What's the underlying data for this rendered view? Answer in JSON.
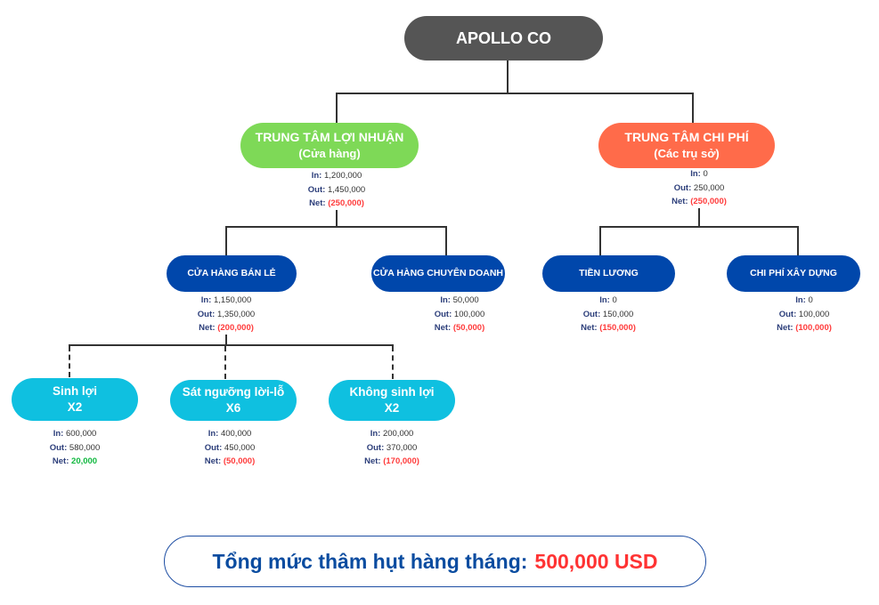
{
  "root": {
    "label": "APOLLO CO"
  },
  "profit_center": {
    "title": "TRUNG TÂM LỢI NHUẬN",
    "subtitle": "(Cửa hàng)",
    "in": "1,200,000",
    "out": "1,450,000",
    "net": "(250,000)",
    "color": "#7ed957"
  },
  "cost_center": {
    "title": "TRUNG TÂM CHI PHÍ",
    "subtitle": "(Các trụ sở)",
    "in": "0",
    "out": "250,000",
    "net": "(250,000)",
    "color": "#ff6b4a"
  },
  "labels": {
    "in": "In:",
    "out": "Out:",
    "net": "Net:"
  },
  "level2": [
    {
      "label": "CỬA HÀNG BÁN LẺ",
      "in": "1,150,000",
      "out": "1,350,000",
      "net": "(200,000)"
    },
    {
      "label": "CỬA HÀNG CHUYÊN DOANH",
      "in": "50,000",
      "out": "100,000",
      "net": "(50,000)"
    },
    {
      "label": "TIỀN LƯƠNG",
      "in": "0",
      "out": "150,000",
      "net": "(150,000)"
    },
    {
      "label": "CHI PHÍ XÂY DỰNG",
      "in": "0",
      "out": "100,000",
      "net": "(100,000)"
    }
  ],
  "level3": [
    {
      "label": "Sinh lợi",
      "count": "X2",
      "in": "600,000",
      "out": "580,000",
      "net": "20,000"
    },
    {
      "label": "Sát ngưỡng lời-lỗ",
      "count": "X6",
      "in": "400,000",
      "out": "450,000",
      "net": "(50,000)"
    },
    {
      "label": "Không sinh lợi",
      "count": "X2",
      "in": "200,000",
      "out": "370,000",
      "net": "(170,000)"
    }
  ],
  "summary": {
    "label": "Tổng mức thâm hụt hàng tháng:",
    "amount": "500,000 USD"
  }
}
